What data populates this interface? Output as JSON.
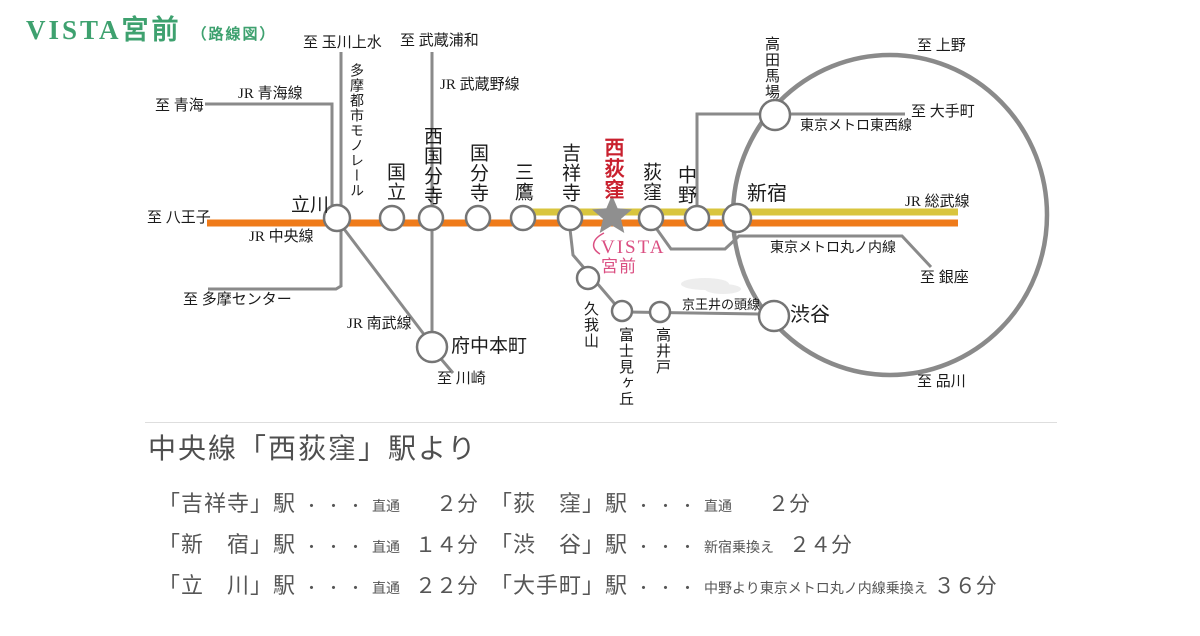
{
  "title": {
    "main": "VISTA宮前",
    "sub": "（路線図）"
  },
  "colors": {
    "title_green": "#3ea16f",
    "chuo_orange": "#ef7b1a",
    "sobu_yellow": "#d9c53e",
    "line_gray": "#8a8a8a",
    "station_red": "#c9202e",
    "vista_pink": "#db4f82",
    "text_dark": "#1b1b1b",
    "text_gray": "#565656"
  },
  "map": {
    "lines": {
      "jr_chuo": "JR 中央線",
      "jr_oume": "JR 青海線",
      "tama_monorail": "多摩都市モノレール",
      "jr_musashino": "JR 武蔵野線",
      "jr_nanbu": "JR 南武線",
      "jr_sobu": "JR 総武線",
      "metro_tozai": "東京メトロ東西線",
      "metro_marunouchi": "東京メトロ丸ノ内線",
      "keio_inokashira": "京王井の頭線"
    },
    "terminals": {
      "tamagawajosui": "至 玉川上水",
      "musashiurawa": "至 武蔵浦和",
      "oume": "至 青海",
      "hachioji": "至 八王子",
      "tama_center": "至 多摩センター",
      "kawasaki": "至 川崎",
      "ueno": "至 上野",
      "otemachi": "至 大手町",
      "ginza": "至 銀座",
      "shinagawa": "至 品川"
    },
    "stations": {
      "tachikawa": "立川",
      "kunitachi": "国立",
      "nishikokubunji": "西国分寺",
      "kokubunji": "国分寺",
      "mitaka": "三鷹",
      "kichijoji": "吉祥寺",
      "nishiogikubo": "西荻窪",
      "ogikubo": "荻窪",
      "nakano": "中野",
      "shinjuku": "新宿",
      "takadanobaba": "高田馬場",
      "shibuya": "渋谷",
      "fuchuhonmachi": "府中本町",
      "kugayama": "久我山",
      "fujimigaoka": "富士見ヶ丘",
      "takaido": "高井戸"
    },
    "property": {
      "line1": "VISTA",
      "line2": "宮前"
    }
  },
  "access": {
    "heading": "中央線「西荻窪」駅より",
    "rows": [
      {
        "name": "「吉祥寺」駅",
        "dots": "・・・",
        "via": "直通",
        "time": "２分"
      },
      {
        "name": "「新　宿」駅",
        "dots": "・・・",
        "via": "直通",
        "time": "１４分"
      },
      {
        "name": "「立　川」駅",
        "dots": "・・・",
        "via": "直通",
        "time": "２２分"
      },
      {
        "name": "「荻　窪」駅",
        "dots": "・・・",
        "via": "直通",
        "time": "２分"
      },
      {
        "name": "「渋　谷」駅",
        "dots": "・・・",
        "via": "新宿乗換え",
        "time": "２４分"
      },
      {
        "name": "「大手町」駅",
        "dots": "・・・",
        "via": "中野より東京メトロ丸ノ内線乗換え",
        "time": "３６分"
      }
    ]
  }
}
